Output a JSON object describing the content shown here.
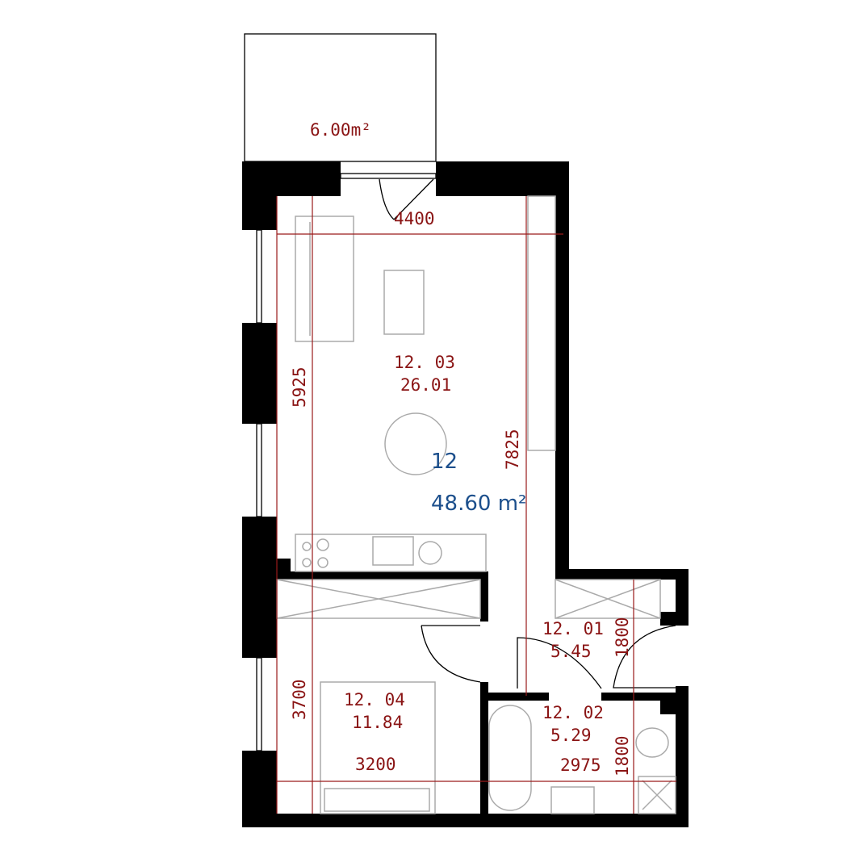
{
  "balcony": {
    "area": "6.00m²"
  },
  "apartment": {
    "number": "12",
    "total_area": "48.60 m²"
  },
  "rooms": [
    {
      "id": "12. 03",
      "area": "26.01"
    },
    {
      "id": "12. 04",
      "area": "11.84"
    },
    {
      "id": "12. 01",
      "area": "5.45"
    },
    {
      "id": "12. 02",
      "area": "5.29"
    }
  ],
  "dimensions": {
    "living_width": "4400",
    "living_depth_left": "5925",
    "living_depth_right": "7825",
    "bedroom_depth": "3700",
    "bedroom_width": "3200",
    "hall_depth": "1800",
    "bath_width": "2975",
    "bath_depth": "1800"
  },
  "colors": {
    "label": "#8a1414",
    "apartment": "#1c4f8c",
    "dimension": "#9a1a1a"
  }
}
